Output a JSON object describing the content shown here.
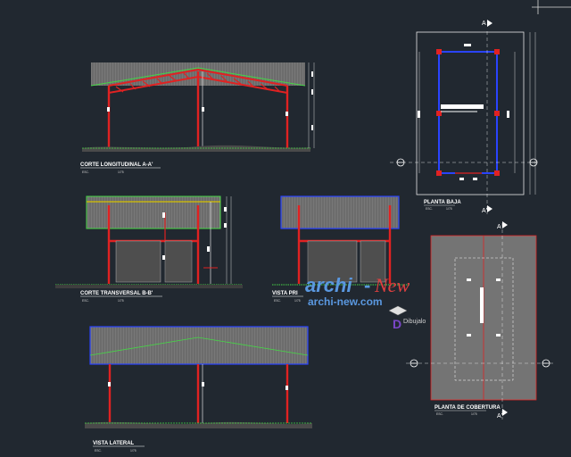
{
  "drawing": {
    "views": {
      "corte_longitudinal": {
        "title": "CORTE LONGITUDINAL A-A'",
        "scale_prefix": "ESC.",
        "scale": "1/75"
      },
      "corte_transversal": {
        "title": "CORTE TRANSVERSAL B-B'",
        "scale_prefix": "ESC.",
        "scale": "1/75"
      },
      "vista_principal": {
        "title": "VISTA PRI",
        "scale_prefix": "ESC.",
        "scale": "1/75"
      },
      "vista_lateral": {
        "title": "VISTA LATERAL",
        "scale_prefix": "ESC.",
        "scale": "1/75"
      },
      "planta_baja": {
        "title": "PLANTA BAJA",
        "scale_prefix": "ESC.",
        "scale": "1/75"
      },
      "planta_cobertura": {
        "title": "PLANTA DE COBERTURA",
        "scale_prefix": "ESC.",
        "scale": "1/75"
      }
    },
    "section_markers": {
      "a": "A",
      "a_prime": "A'"
    },
    "watermark": {
      "brand_left": "archi",
      "brand_dash": "-",
      "brand_right": "New",
      "url": "archi-new.com",
      "logo_letter": "D",
      "logo_text": "Dibujalo"
    }
  }
}
